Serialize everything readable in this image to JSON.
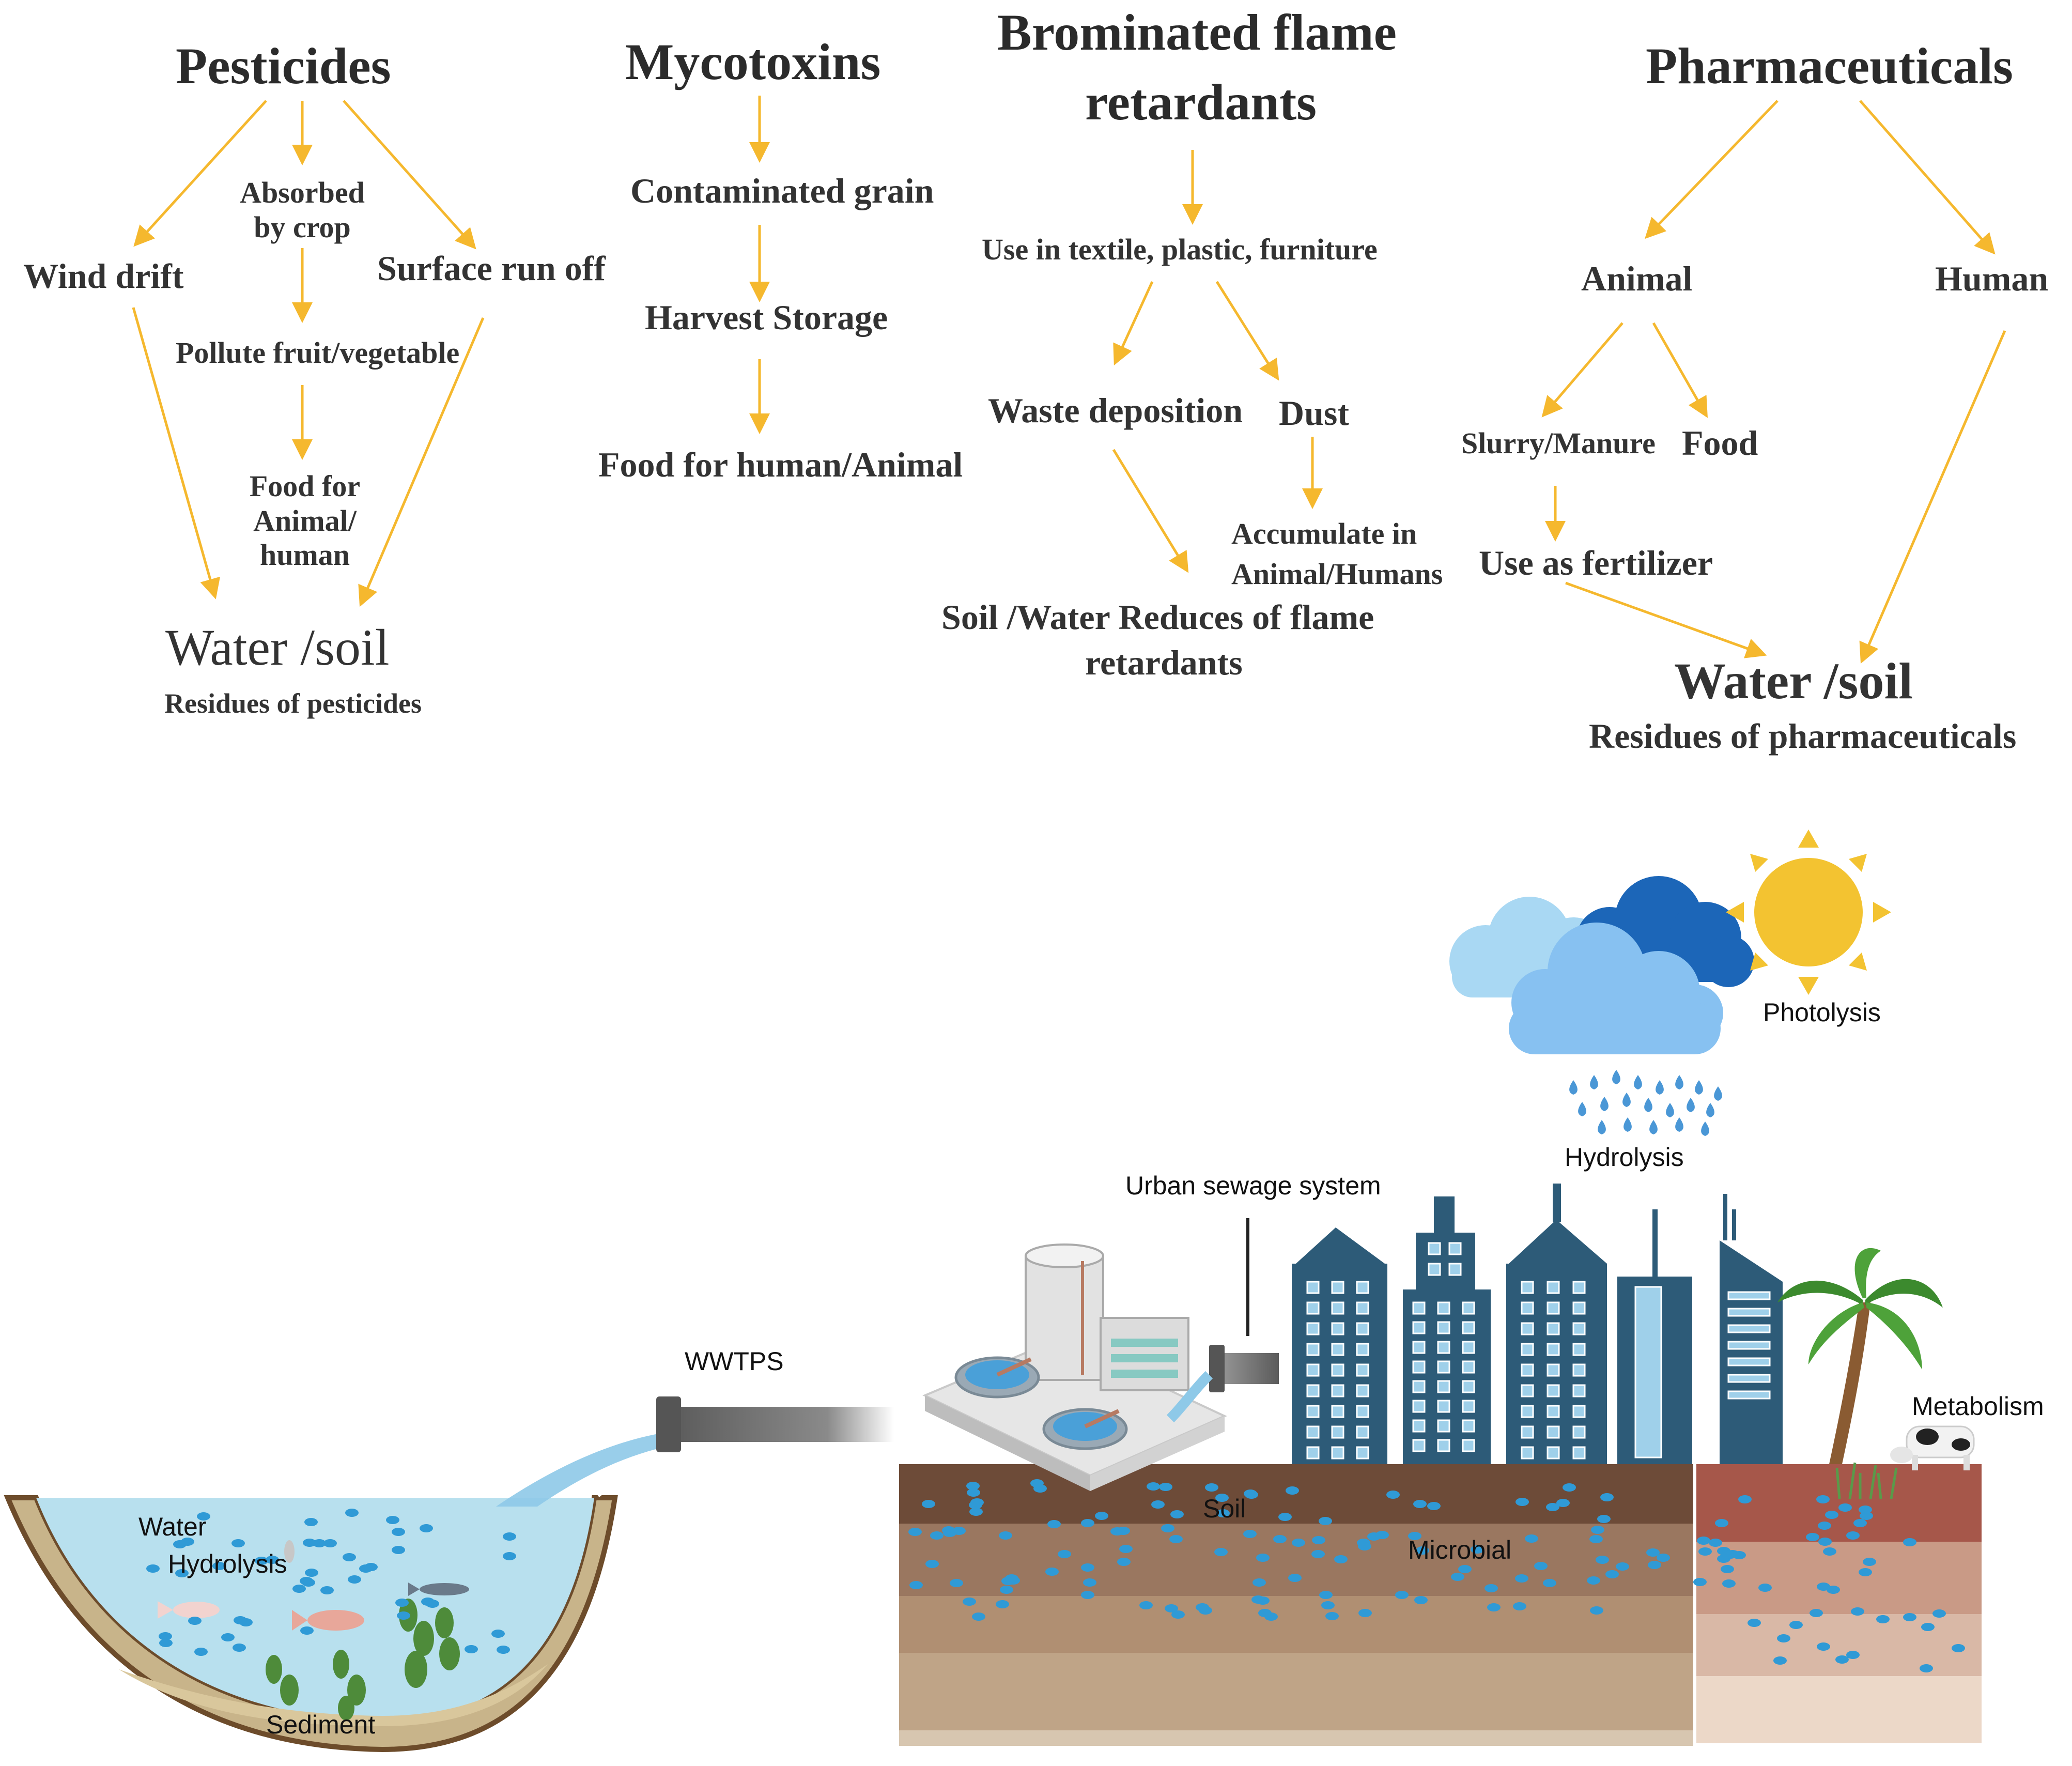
{
  "colors": {
    "arrow": "#f5b82e",
    "sky_light": "#a9d8f3",
    "cloud_dark": "#1c66b8",
    "cloud_mid": "#87c1f1",
    "sun": "#f3c331",
    "building": "#2d5b78",
    "water": "#b7dfec",
    "soil_top": "#6b4a37",
    "soil_mid": "#9a785e",
    "droplet": "#2f9ad6"
  },
  "pesticides": {
    "title": "Pesticides",
    "absorbed": "Absorbed by crop",
    "wind": "Wind drift",
    "runoff": "Surface run off",
    "pollute": "Pollute fruit/vegetable",
    "food": "Food for Animal/ human",
    "water_soil": "Water /soil",
    "residues": "Residues of pesticides"
  },
  "mycotoxins": {
    "title": "Mycotoxins",
    "grain": "Contaminated grain",
    "storage": "Harvest Storage",
    "food": "Food for human/Animal"
  },
  "bfr": {
    "title_1": "Brominated flame",
    "title_2": "retardants",
    "use": "Use in textile, plastic, furniture",
    "waste": "Waste deposition",
    "dust": "Dust",
    "accumulate_1": "Accumulate in",
    "accumulate_2": "Animal/Humans",
    "soil_water_1": "Soil /Water Reduces of flame",
    "soil_water_2": "retardants"
  },
  "pharma": {
    "title": "Pharmaceuticals",
    "animal": "Animal",
    "human": "Human",
    "slurry": "Slurry/Manure",
    "food": "Food",
    "fertilizer": "Use as fertilizer",
    "water_soil": "Water /soil",
    "residues": "Residues of pharmaceuticals"
  },
  "scene": {
    "photolysis": "Photolysis",
    "hydrolysis_rain": "Hydrolysis",
    "sewage": "Urban sewage system",
    "wwtps": "WWTPS",
    "metabolism": "Metabolism",
    "water": "Water",
    "hydrolysis_water": "Hydrolysis",
    "sediment": "Sediment",
    "soil": "Soil",
    "microbial": "Microbial"
  }
}
